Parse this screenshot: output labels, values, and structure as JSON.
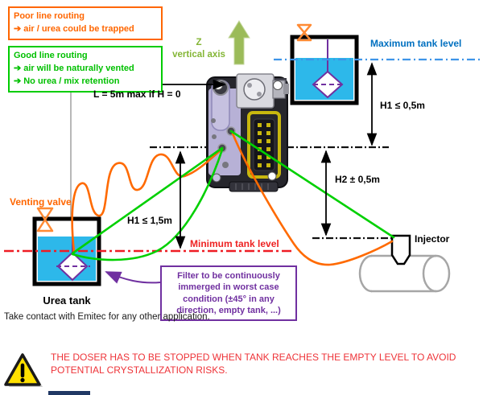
{
  "legend": {
    "bullet": "➔",
    "poor": {
      "title": "Poor line routing",
      "items": [
        "air / urea could be trapped"
      ]
    },
    "good": {
      "title": "Good line routing",
      "items": [
        "air will be naturally vented",
        "No urea / mix retention"
      ]
    }
  },
  "axis": {
    "letter": "Z",
    "caption": "vertical axis"
  },
  "dimensions": {
    "length_max": "L = 5m max if H = 0",
    "h1_top": "H1 ≤ 0,5m",
    "h2": "H2 ± 0,5m",
    "h1_left": "H1 ≤ 1,5m"
  },
  "levels": {
    "max": "Maximum tank level",
    "min": "Minimum tank level"
  },
  "components": {
    "venting_valve": "Venting valve",
    "urea_tank": "Urea tank",
    "injector": "Injector"
  },
  "notes": {
    "filter_line1": "Filter to be continuously",
    "filter_line2": "immerged in worst case",
    "filter_line3": "condition (±45° in any",
    "filter_line4": "direction, empty tank, ...)",
    "contact": "Take contact with Emitec for any other application.",
    "warning": "THE DOSER HAS TO BE STOPPED WHEN TANK REACHES THE EMPTY LEVEL TO AVOID POTENTIAL CRYSTALLIZATION RISKS."
  },
  "colors": {
    "poor_orange": "#ff6600",
    "good_green": "#00cc00",
    "level_blue": "#0070c0",
    "level_red": "#ee1c24",
    "note_purple": "#7030a0",
    "liquid_cyan": "#2db8ea",
    "axis_green": "#9bbb59",
    "warning_yellow": "#ffe000"
  }
}
